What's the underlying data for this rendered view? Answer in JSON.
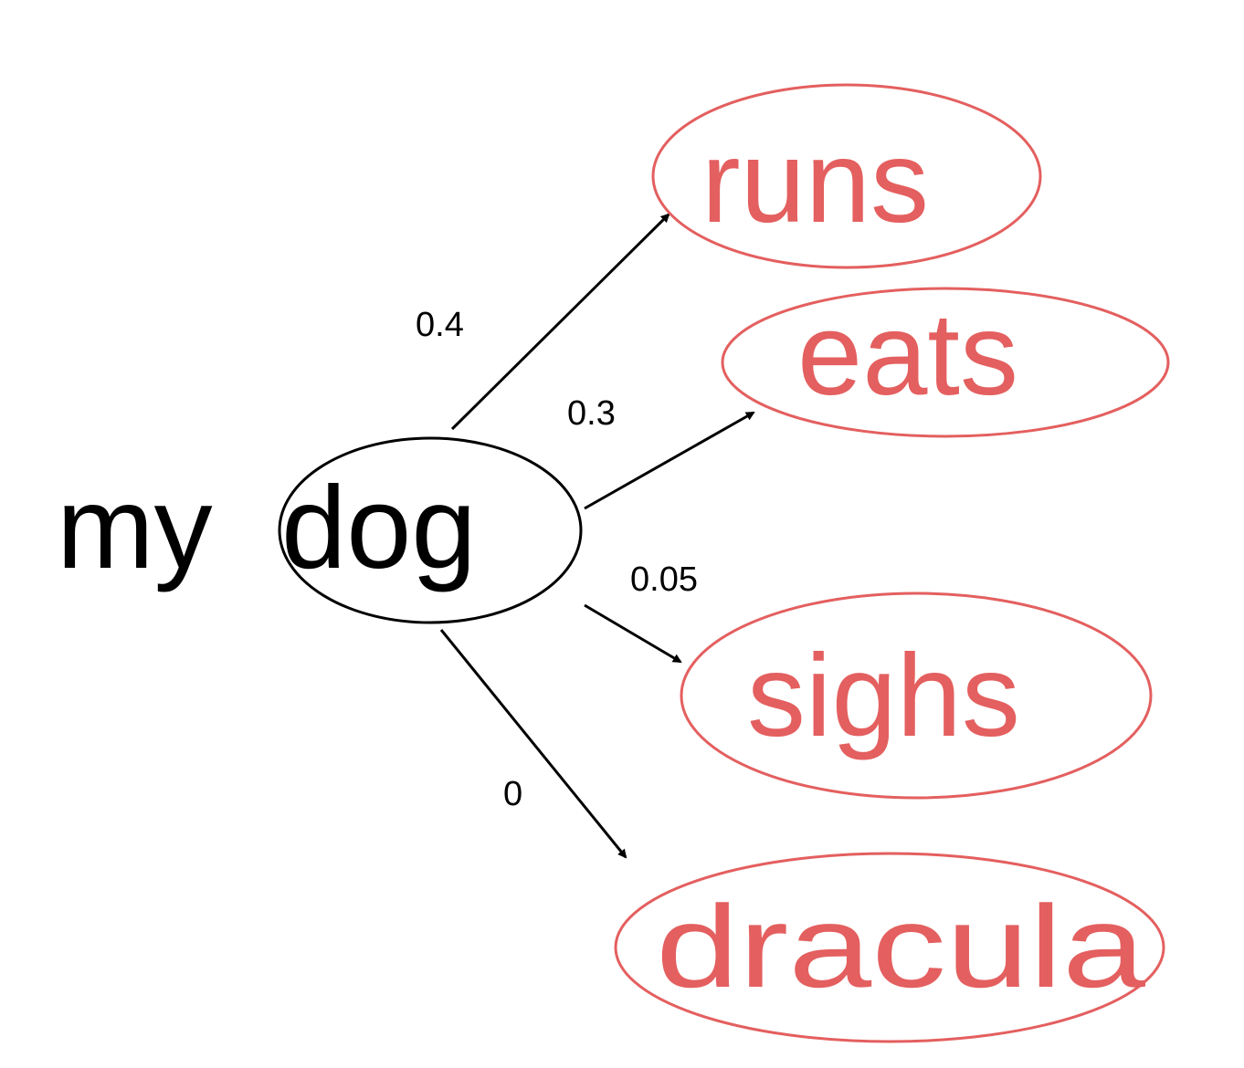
{
  "context": {
    "prefix": "my",
    "current": "dog"
  },
  "candidates": [
    {
      "word": "runs",
      "probability": "0.4"
    },
    {
      "word": "eats",
      "probability": "0.3"
    },
    {
      "word": "sighs",
      "probability": "0.05"
    },
    {
      "word": "dracula",
      "probability": "0"
    }
  ],
  "colors": {
    "context": "#000000",
    "candidate": "#e45f5f",
    "arrow": "#000000"
  }
}
